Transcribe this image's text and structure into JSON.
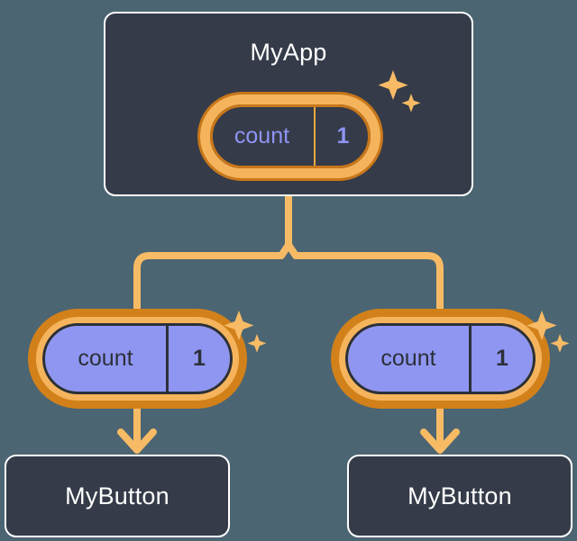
{
  "diagram": {
    "type": "component-tree",
    "background_color": "#4c6572",
    "accent_color": "#f5b45c",
    "accent_dark_color": "#d2811a",
    "card_color": "#353b48",
    "pill_fill_color": "#8f96f2",
    "text_color": "#ffffff",
    "state_text_color": "#8f94f5"
  },
  "root": {
    "title": "MyApp",
    "state": {
      "key": "count",
      "value": "1"
    },
    "sparkle_icon": "sparkles-icon"
  },
  "branches": [
    {
      "state": {
        "key": "count",
        "value": "1"
      },
      "sparkle_icon": "sparkles-icon",
      "child": {
        "title": "MyButton"
      }
    },
    {
      "state": {
        "key": "count",
        "value": "1"
      },
      "sparkle_icon": "sparkles-icon",
      "child": {
        "title": "MyButton"
      }
    }
  ]
}
